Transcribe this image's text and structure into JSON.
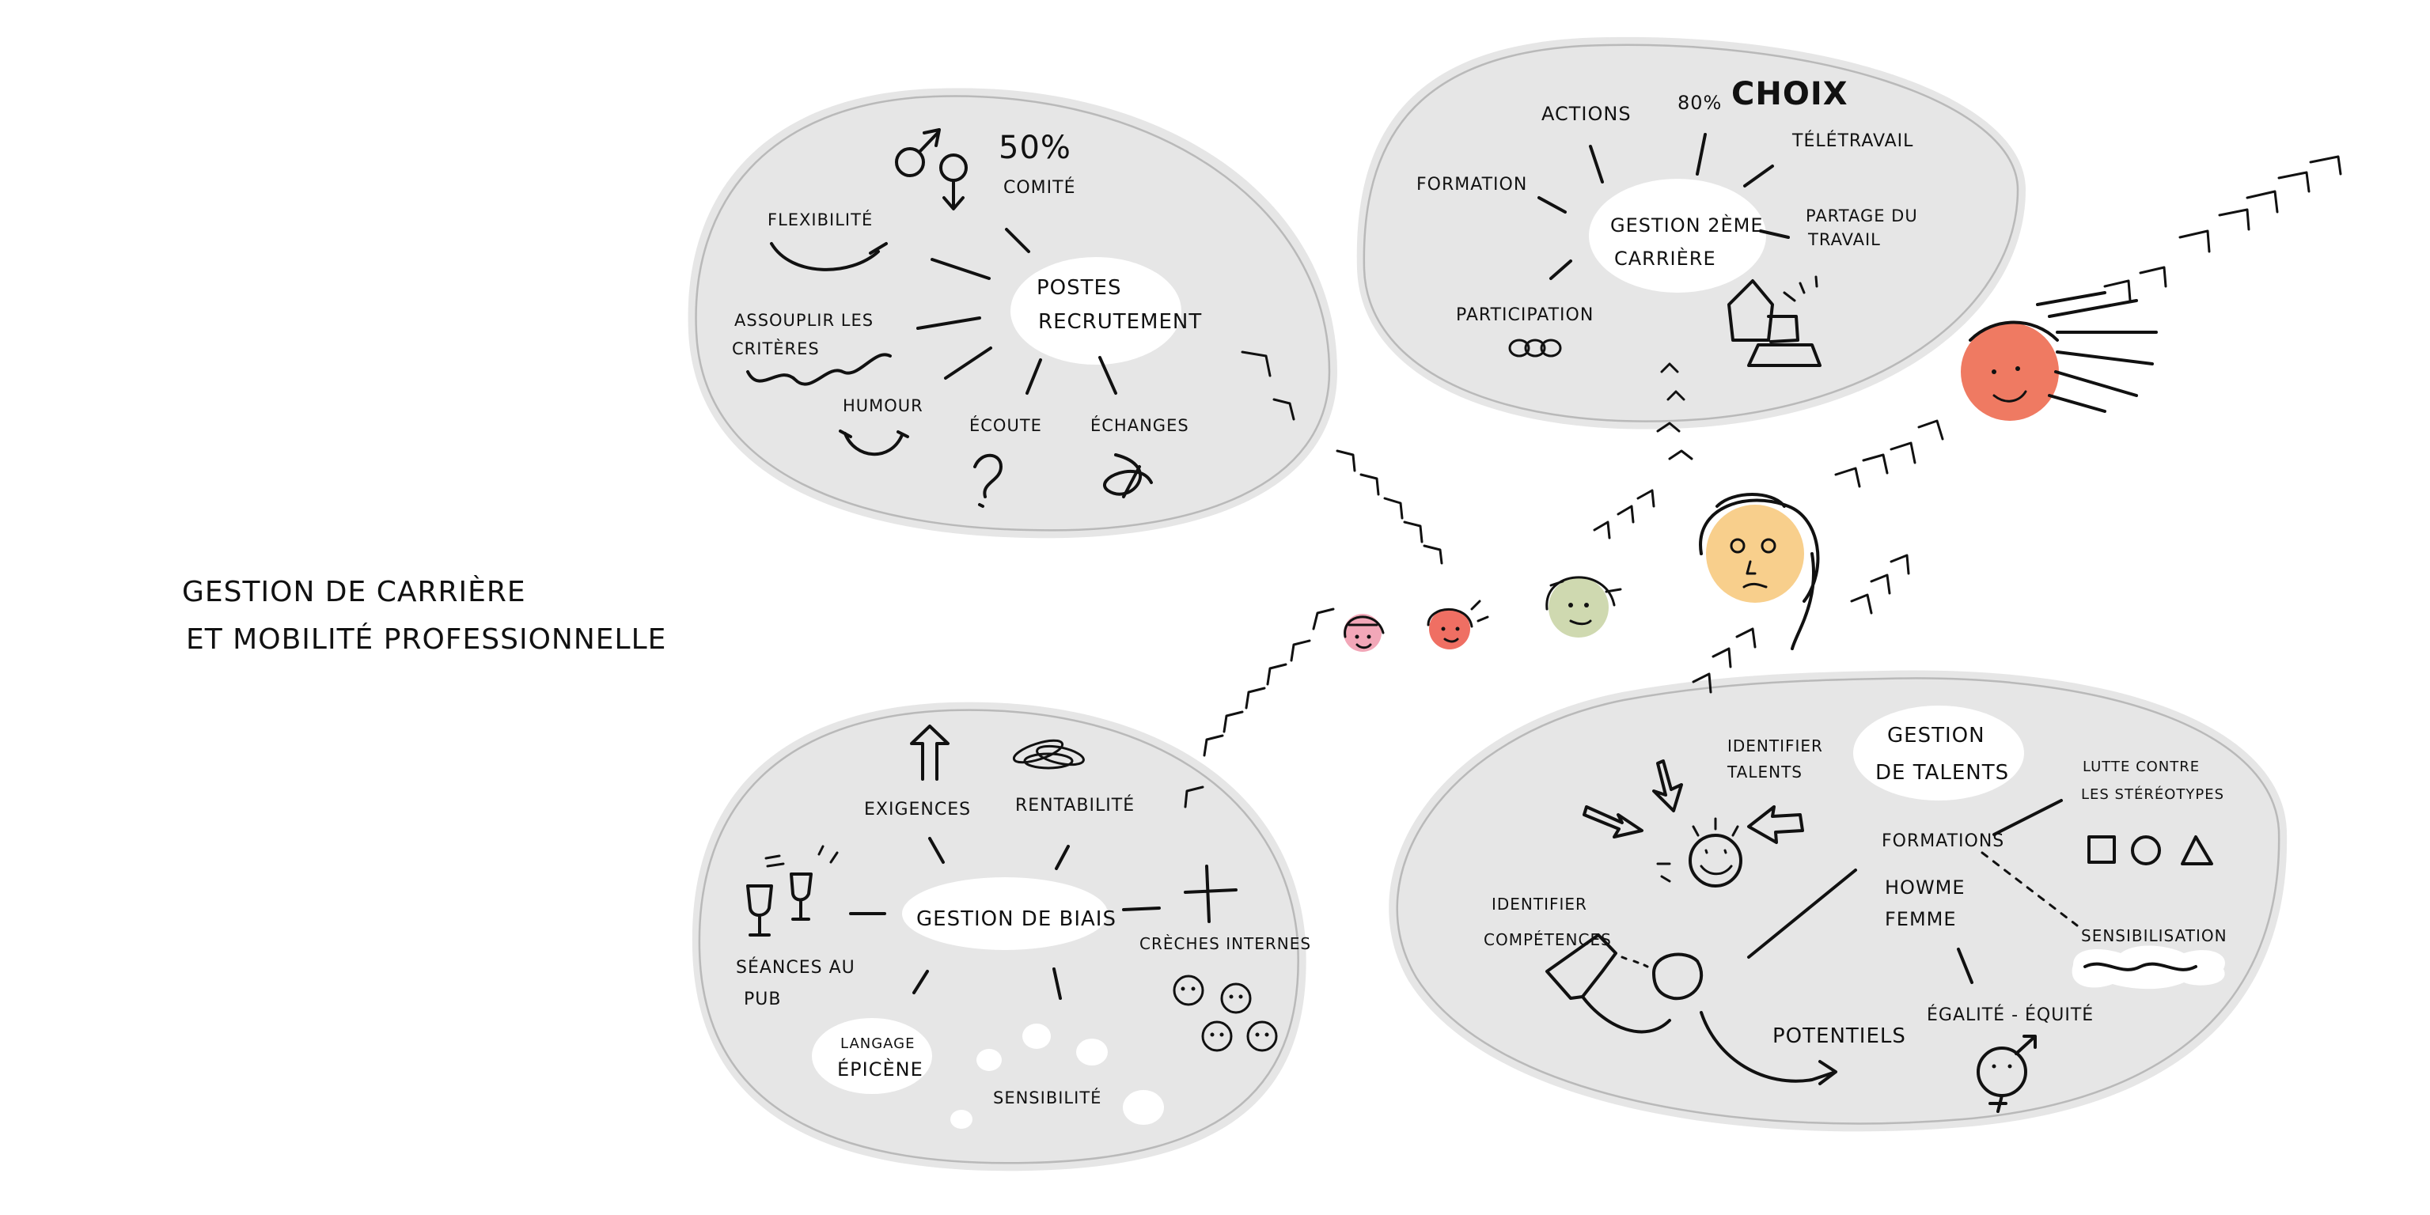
{
  "title": {
    "line1": "Gestion de carrière",
    "line2": "et Mobilité Professionnelle"
  },
  "recruitment": {
    "center": [
      "Postes",
      "recrutement"
    ],
    "items": {
      "pct": "50%",
      "comite": "Comité",
      "flexibilite": "Flexibilité",
      "assouplir": [
        "Assouplir les",
        "critères"
      ],
      "humour": "Humour",
      "ecoute": "Écoute",
      "echanges": "Échanges"
    },
    "icons": [
      "gender-symbols-icon",
      "flexible-curve-icon",
      "wavy-line-icon",
      "smile-icon",
      "question-mark-icon",
      "intertwined-loop-icon"
    ]
  },
  "career": {
    "center": [
      "Gestion 2ème",
      "carrière"
    ],
    "items": {
      "actions": "Actions",
      "pct": "80%",
      "choix": "Choix",
      "formation": "Formation",
      "teletravail": "Télétravail",
      "partage": [
        "Partage du",
        "travail"
      ],
      "participation": "Participation"
    },
    "icons": [
      "chain-rings-icon",
      "house-and-laptop-icon"
    ]
  },
  "bias": {
    "center": "Gestion de biais",
    "items": {
      "exigences": "Exigences",
      "rentabilite": "Rentabilité",
      "seances": [
        "Séances au",
        "pub"
      ],
      "creches": "Crèches internes",
      "langage": [
        "Langage",
        "épicène"
      ],
      "sensibilite": "Sensibilité"
    },
    "icons": [
      "up-arrow-icon",
      "coins-icon",
      "wine-glasses-icon",
      "cross-icon",
      "baby-faces-icon"
    ]
  },
  "talents": {
    "center": [
      "Gestion",
      "de talents"
    ],
    "items": {
      "identifier_talents": [
        "Identifier",
        "talents"
      ],
      "lutte": [
        "Lutte contre",
        "les stéréotypes"
      ],
      "formations": "Formations",
      "homme_femme": [
        "hoWme",
        "feMme"
      ],
      "identifier_competences": [
        "Identifier",
        "compétences"
      ],
      "sensibilisation": "Sensibilisation",
      "potentiels": "Potentiels",
      "egalite": "Égalité - Équité"
    },
    "icons": [
      "arrows-to-face-icon",
      "shapes-icon",
      "cloud-icon",
      "stretching-arm-icon",
      "gender-face-icon"
    ]
  },
  "colors": {
    "blob": "#e6e6e6",
    "blob_outline": "#b9b9b9",
    "face_pink": "#f2a7b8",
    "face_red": "#ef6f63",
    "face_green": "#cfd9b0",
    "face_yellow": "#f8cf8c",
    "face_orange": "#ef7a62"
  }
}
